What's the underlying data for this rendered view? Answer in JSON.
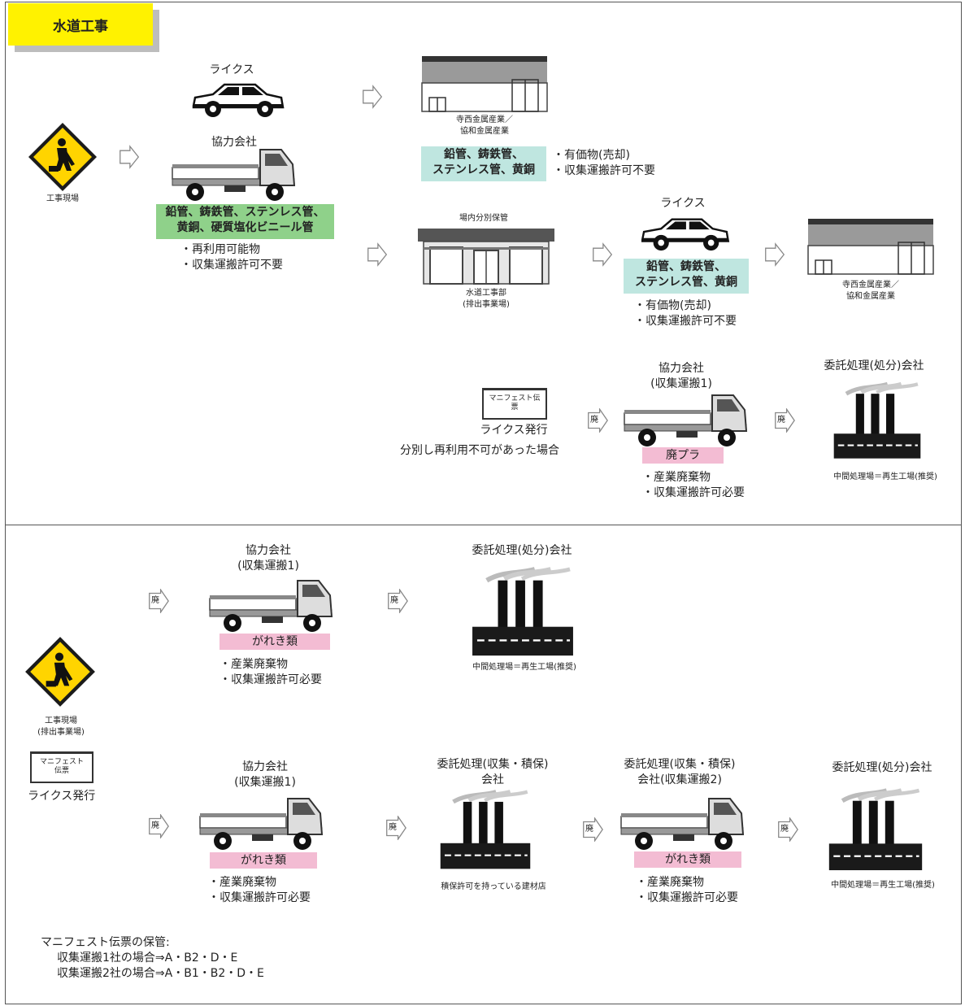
{
  "title": "水道工事",
  "icons": {
    "site": "construction-worker-sign-icon",
    "car": "car-icon",
    "truck": "truck-icon",
    "building": "metal-dealer-building-icon",
    "warehouse": "storage-warehouse-icon",
    "factory": "factory-icon",
    "manifest": "manifest-slip-icon",
    "arrow": "flow-arrow-icon"
  },
  "colors": {
    "title_bg": "#fff200",
    "green_box": "#8fd18a",
    "teal_box": "#bfe6e0",
    "pink_box": "#f3bcd3",
    "sign_yellow": "#ffd400"
  },
  "top": {
    "site_label": "工事現場",
    "raikusu_car_label": "ライクス",
    "partner_label": "協力会社",
    "partner_materials": [
      "鉛管、鋳鉄管、ステンレス管、",
      "黄銅、硬質塩化ビニール管"
    ],
    "partner_notes": [
      "・再利用可能物",
      "・収集運搬許可不要"
    ],
    "dealer_top_label": [
      "寺西金属産業／",
      "協和金属産業"
    ],
    "dealer_top_materials": [
      "鉛管、鋳鉄管、",
      "ステンレス管、黄銅"
    ],
    "dealer_top_notes": [
      "・有価物(売却)",
      "・収集運搬許可不要"
    ],
    "warehouse_title": "場内分別保管",
    "warehouse_label": [
      "水道工事部",
      "(排出事業場)"
    ],
    "raikusu2_label": "ライクス",
    "raikusu2_materials": [
      "鉛管、鋳鉄管、",
      "ステンレス管、黄銅"
    ],
    "raikusu2_notes": [
      "・有価物(売却)",
      "・収集運搬許可不要"
    ],
    "dealer_right_label": [
      "寺西金属産業／",
      "協和金属産業"
    ],
    "manifest_text": [
      "マニフェスト伝",
      "票"
    ],
    "manifest_issue": "ライクス発行",
    "manifest_condition": "分別し再利用不可があった場合",
    "waste_arrow_label": "廃",
    "collector_label": [
      "協力会社",
      "(収集運搬1)"
    ],
    "collector_material": "廃プラ",
    "collector_notes": [
      "・産業廃棄物",
      "・収集運搬許可必要"
    ],
    "disposal_label": "委託処理(処分)会社",
    "disposal_caption": "中間処理場＝再生工場(推奨)"
  },
  "bottom": {
    "site_label": [
      "工事現場",
      "(排出事業場)"
    ],
    "manifest_text": [
      "マニフェスト",
      "伝票"
    ],
    "manifest_issue": "ライクス発行",
    "waste_arrow_label": "廃",
    "row1": {
      "collector_label": [
        "協力会社",
        "(収集運搬1)"
      ],
      "collector_material": "がれき類",
      "collector_notes": [
        "・産業廃棄物",
        "・収集運搬許可必要"
      ],
      "disposal_label": "委託処理(処分)会社",
      "disposal_caption": "中間処理場＝再生工場(推奨)"
    },
    "row2": {
      "collector_label": [
        "協力会社",
        "(収集運搬1)"
      ],
      "collector_material": "がれき類",
      "collector_notes": [
        "・産業廃棄物",
        "・収集運搬許可必要"
      ],
      "storage_label": [
        "委託処理(収集・積保)",
        "会社"
      ],
      "storage_caption": "積保許可を持っている建材店",
      "collector2_label": [
        "委託処理(収集・積保)",
        "会社(収集運搬2)"
      ],
      "collector2_material": "がれき類",
      "collector2_notes": [
        "・産業廃棄物",
        "・収集運搬許可必要"
      ],
      "disposal_label": "委託処理(処分)会社",
      "disposal_caption": "中間処理場＝再生工場(推奨)"
    },
    "footer": [
      "マニフェスト伝票の保管:",
      "収集運搬1社の場合⇒A・B2・D・E",
      "収集運搬2社の場合⇒A・B1・B2・D・E"
    ]
  }
}
